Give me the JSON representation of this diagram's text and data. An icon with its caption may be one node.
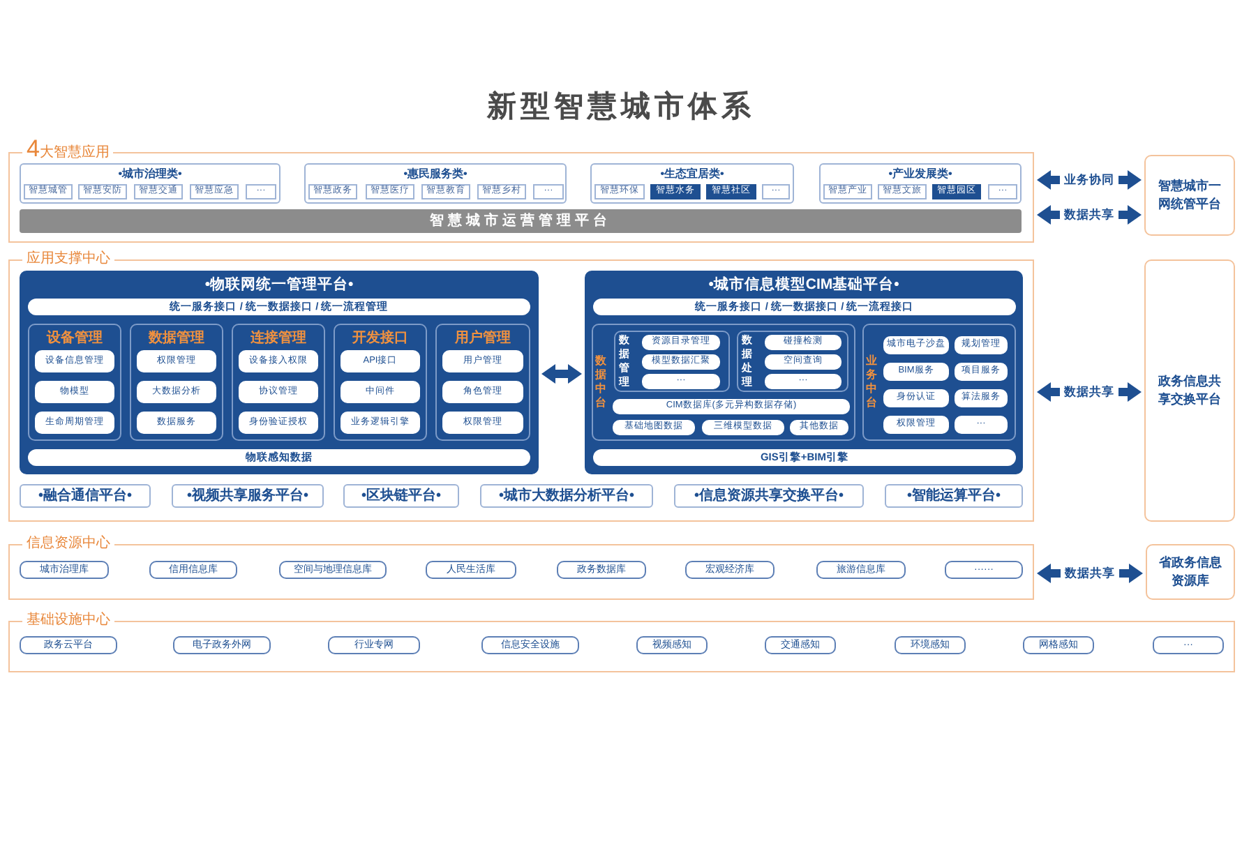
{
  "diagram": {
    "title": "新型智慧城市体系",
    "nodes": [
      {
        "text": [
          "**4**大智慧应用"
        ]
      },
      {
        "text": [
          "•城市治理类•"
        ],
        "in": 0
      },
      {
        "text": [
          "智慧城管"
        ],
        "in": 1
      },
      {
        "text": [
          "智慧安防"
        ],
        "in": 1
      },
      {
        "text": [
          "智慧交通"
        ],
        "in": 1
      },
      {
        "text": [
          "智慧应急"
        ],
        "in": 1
      },
      {
        "text": [
          "···"
        ],
        "in": 1
      },
      {
        "text": [
          "•惠民服务类•"
        ],
        "in": 0
      },
      {
        "text": [
          "智慧政务"
        ],
        "in": 7
      },
      {
        "text": [
          "智慧医疗"
        ],
        "in": 7
      },
      {
        "text": [
          "智慧教育"
        ],
        "in": 7
      },
      {
        "text": [
          "智慧乡村"
        ],
        "in": 7
      },
      {
        "text": [
          "···"
        ],
        "in": 7
      },
      {
        "text": [
          "•生态宜居类•"
        ],
        "in": 0
      },
      {
        "text": [
          "智慧环保"
        ],
        "in": 13
      },
      {
        "text": [
          "智慧水务"
        ],
        "in": 13
      },
      {
        "text": [
          "智慧社区"
        ],
        "in": 13
      },
      {
        "text": [
          "···"
        ],
        "in": 13
      },
      {
        "text": [
          "•产业发展类•"
        ],
        "in": 0
      },
      {
        "text": [
          "智慧产业"
        ],
        "in": 18
      },
      {
        "text": [
          "智慧文旅"
        ],
        "in": 18
      },
      {
        "text": [
          "智慧园区"
        ],
        "in": 18
      },
      {
        "text": [
          "···"
        ],
        "in": 18
      },
      {
        "text": [
          "智慧城市运营管理平台"
        ],
        "in": 0
      },
      {
        "text": [
          "智慧城市一网统管平台"
        ]
      },
      {
        "text": [
          "应用支撑中心"
        ]
      },
      {
        "text": [
          "•物联网统一管理平台•"
        ],
        "in": 25
      },
      {
        "text": [
          "统一服务接口 / 统一数据接口 / 统一流程管理"
        ],
        "in": 26
      },
      {
        "text": [
          "设备管理"
        ],
        "in": 26
      },
      {
        "text": [
          "设备信息管理"
        ],
        "in": 28
      },
      {
        "text": [
          "物模型"
        ],
        "in": 28
      },
      {
        "text": [
          "生命周期管理"
        ],
        "in": 28
      },
      {
        "text": [
          "数据管理"
        ],
        "in": 26
      },
      {
        "text": [
          "权限管理"
        ],
        "in": 32
      },
      {
        "text": [
          "大数据分析"
        ],
        "in": 32
      },
      {
        "text": [
          "数据服务"
        ],
        "in": 32
      },
      {
        "text": [
          "连接管理"
        ],
        "in": 26
      },
      {
        "text": [
          "设备接入权限"
        ],
        "in": 36
      },
      {
        "text": [
          "协议管理"
        ],
        "in": 36
      },
      {
        "text": [
          "身份验证授权"
        ],
        "in": 36
      },
      {
        "text": [
          "开发接口"
        ],
        "in": 26
      },
      {
        "text": [
          "API接口"
        ],
        "in": 40
      },
      {
        "text": [
          "中间件"
        ],
        "in": 40
      },
      {
        "text": [
          "业务逻辑引擎"
        ],
        "in": 40
      },
      {
        "text": [
          "用户管理"
        ],
        "in": 26
      },
      {
        "text": [
          "用户管理"
        ],
        "in": 44
      },
      {
        "text": [
          "角色管理"
        ],
        "in": 44
      },
      {
        "text": [
          "权限管理"
        ],
        "in": 44
      },
      {
        "text": [
          "物联感知数据"
        ],
        "in": 26
      },
      {
        "text": [
          "•城市信息模型CIM基础平台•"
        ],
        "in": 25
      },
      {
        "text": [
          "统一服务接口 / 统一数据接口 / 统一流程接口"
        ],
        "in": 49
      },
      {
        "text": [
          "数据中台"
        ],
        "in": 49
      },
      {
        "text": [
          "数据管理"
        ],
        "in": 51
      },
      {
        "text": [
          "资源目录管理"
        ],
        "in": 52
      },
      {
        "text": [
          "模型数据汇聚"
        ],
        "in": 52
      },
      {
        "text": [
          "···"
        ],
        "in": 52
      },
      {
        "text": [
          "数据处理"
        ],
        "in": 51
      },
      {
        "text": [
          "碰撞检测"
        ],
        "in": 56
      },
      {
        "text": [
          "空间查询"
        ],
        "in": 56
      },
      {
        "text": [
          "···"
        ],
        "in": 56
      },
      {
        "text": [
          "CIM数据库(多元异构数据存储)"
        ],
        "in": 51
      },
      {
        "text": [
          "基础地图数据"
        ],
        "in": 51
      },
      {
        "text": [
          "三维模型数据"
        ],
        "in": 51
      },
      {
        "text": [
          "其他数据"
        ],
        "in": 51
      },
      {
        "text": [
          "业务中台"
        ],
        "in": 49
      },
      {
        "text": [
          "城市电子沙盘"
        ],
        "in": 64
      },
      {
        "text": [
          "规划管理"
        ],
        "in": 64
      },
      {
        "text": [
          "BIM服务"
        ],
        "in": 64
      },
      {
        "text": [
          "项目服务"
        ],
        "in": 64
      },
      {
        "text": [
          "身份认证"
        ],
        "in": 64
      },
      {
        "text": [
          "算法服务"
        ],
        "in": 64
      },
      {
        "text": [
          "权限管理"
        ],
        "in": 64
      },
      {
        "text": [
          "···"
        ],
        "in": 64
      },
      {
        "text": [
          "GIS引擎+BIM引擎"
        ],
        "in": 49
      },
      {
        "text": [
          "•融合通信平台•"
        ],
        "in": 25
      },
      {
        "text": [
          "•视频共享服务平台•"
        ],
        "in": 25
      },
      {
        "text": [
          "•区块链平台•"
        ],
        "in": 25
      },
      {
        "text": [
          "•城市大数据分析平台•"
        ],
        "in": 25
      },
      {
        "text": [
          "•信息资源共享交换平台•"
        ],
        "in": 25
      },
      {
        "text": [
          "•智能运算平台•"
        ],
        "in": 25
      },
      {
        "text": [
          "政务信息共享交换平台"
        ]
      },
      {
        "text": [
          "信息资源中心"
        ]
      },
      {
        "text": [
          "城市治理库"
        ],
        "in": 81
      },
      {
        "text": [
          "信用信息库"
        ],
        "in": 81
      },
      {
        "text": [
          "空间与地理信息库"
        ],
        "in": 81
      },
      {
        "text": [
          "人民生活库"
        ],
        "in": 81
      },
      {
        "text": [
          "政务数据库"
        ],
        "in": 81
      },
      {
        "text": [
          "宏观经济库"
        ],
        "in": 81
      },
      {
        "text": [
          "旅游信息库"
        ],
        "in": 81
      },
      {
        "text": [
          "······"
        ],
        "in": 81
      },
      {
        "text": [
          "省政务信息资源库"
        ]
      },
      {
        "text": [
          "基础设施中心"
        ]
      },
      {
        "text": [
          "政务云平台"
        ],
        "in": 91
      },
      {
        "text": [
          "电子政务外网"
        ],
        "in": 91
      },
      {
        "text": [
          "行业专网"
        ],
        "in": 91
      },
      {
        "text": [
          "信息安全设施"
        ],
        "in": 91
      },
      {
        "text": [
          "视频感知"
        ],
        "in": 91
      },
      {
        "text": [
          "交通感知"
        ],
        "in": 91
      },
      {
        "text": [
          "环境感知"
        ],
        "in": 91
      },
      {
        "text": [
          "网格感知"
        ],
        "in": 91
      },
      {
        "text": [
          "···"
        ],
        "in": 91
      }
    ],
    "edges": [
      {
        "from": 0,
        "to": 24,
        "arrow": "both",
        "label": "业务协同"
      },
      {
        "from": 0,
        "to": 24,
        "arrow": "both",
        "label": "数据共享"
      },
      {
        "from": 26,
        "to": 49,
        "arrow": "both"
      },
      {
        "from": 25,
        "to": 80,
        "arrow": "both",
        "label": "数据共享"
      },
      {
        "from": 81,
        "to": 90,
        "arrow": "both",
        "label": "数据共享"
      }
    ]
  }
}
